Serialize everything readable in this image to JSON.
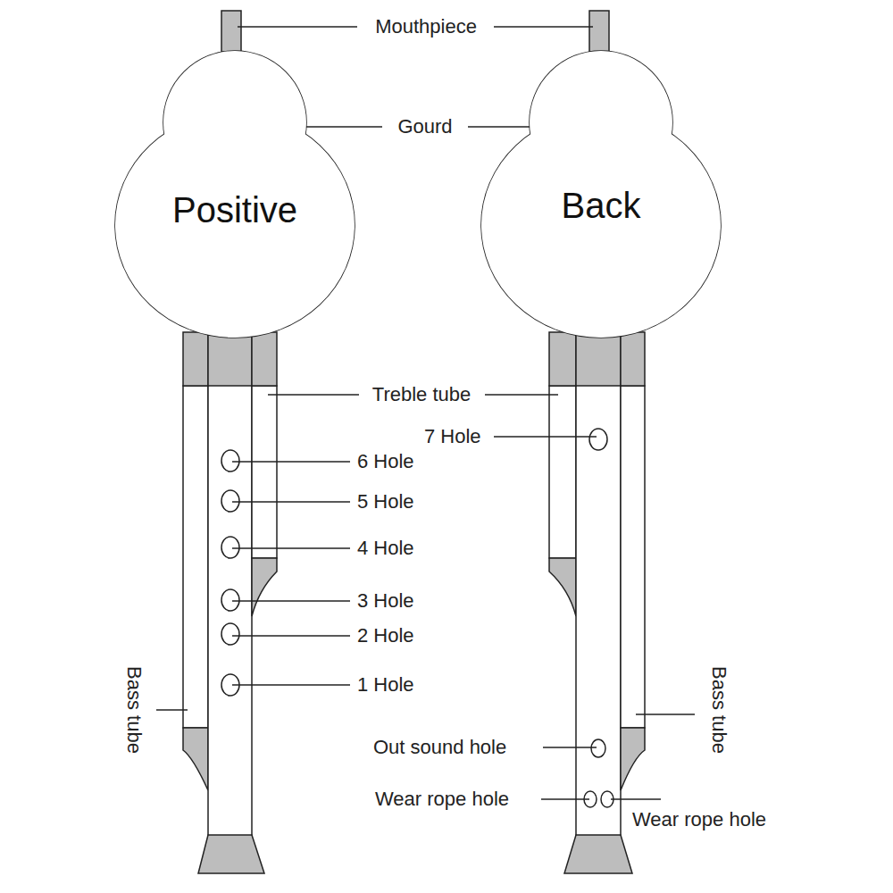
{
  "diagram": {
    "nodes": [
      {
        "text": [
          "Positive"
        ]
      },
      {
        "text": [
          "Back"
        ]
      }
    ],
    "labels": [
      "Mouthpiece",
      "Gourd",
      "Treble tube",
      "7 Hole",
      "6 Hole",
      "5 Hole",
      "4 Hole",
      "3 Hole",
      "2 Hole",
      "1 Hole",
      "Bass tube",
      "Bass tube",
      "Out sound hole",
      "Wear rope hole",
      "Wear rope hole"
    ]
  }
}
